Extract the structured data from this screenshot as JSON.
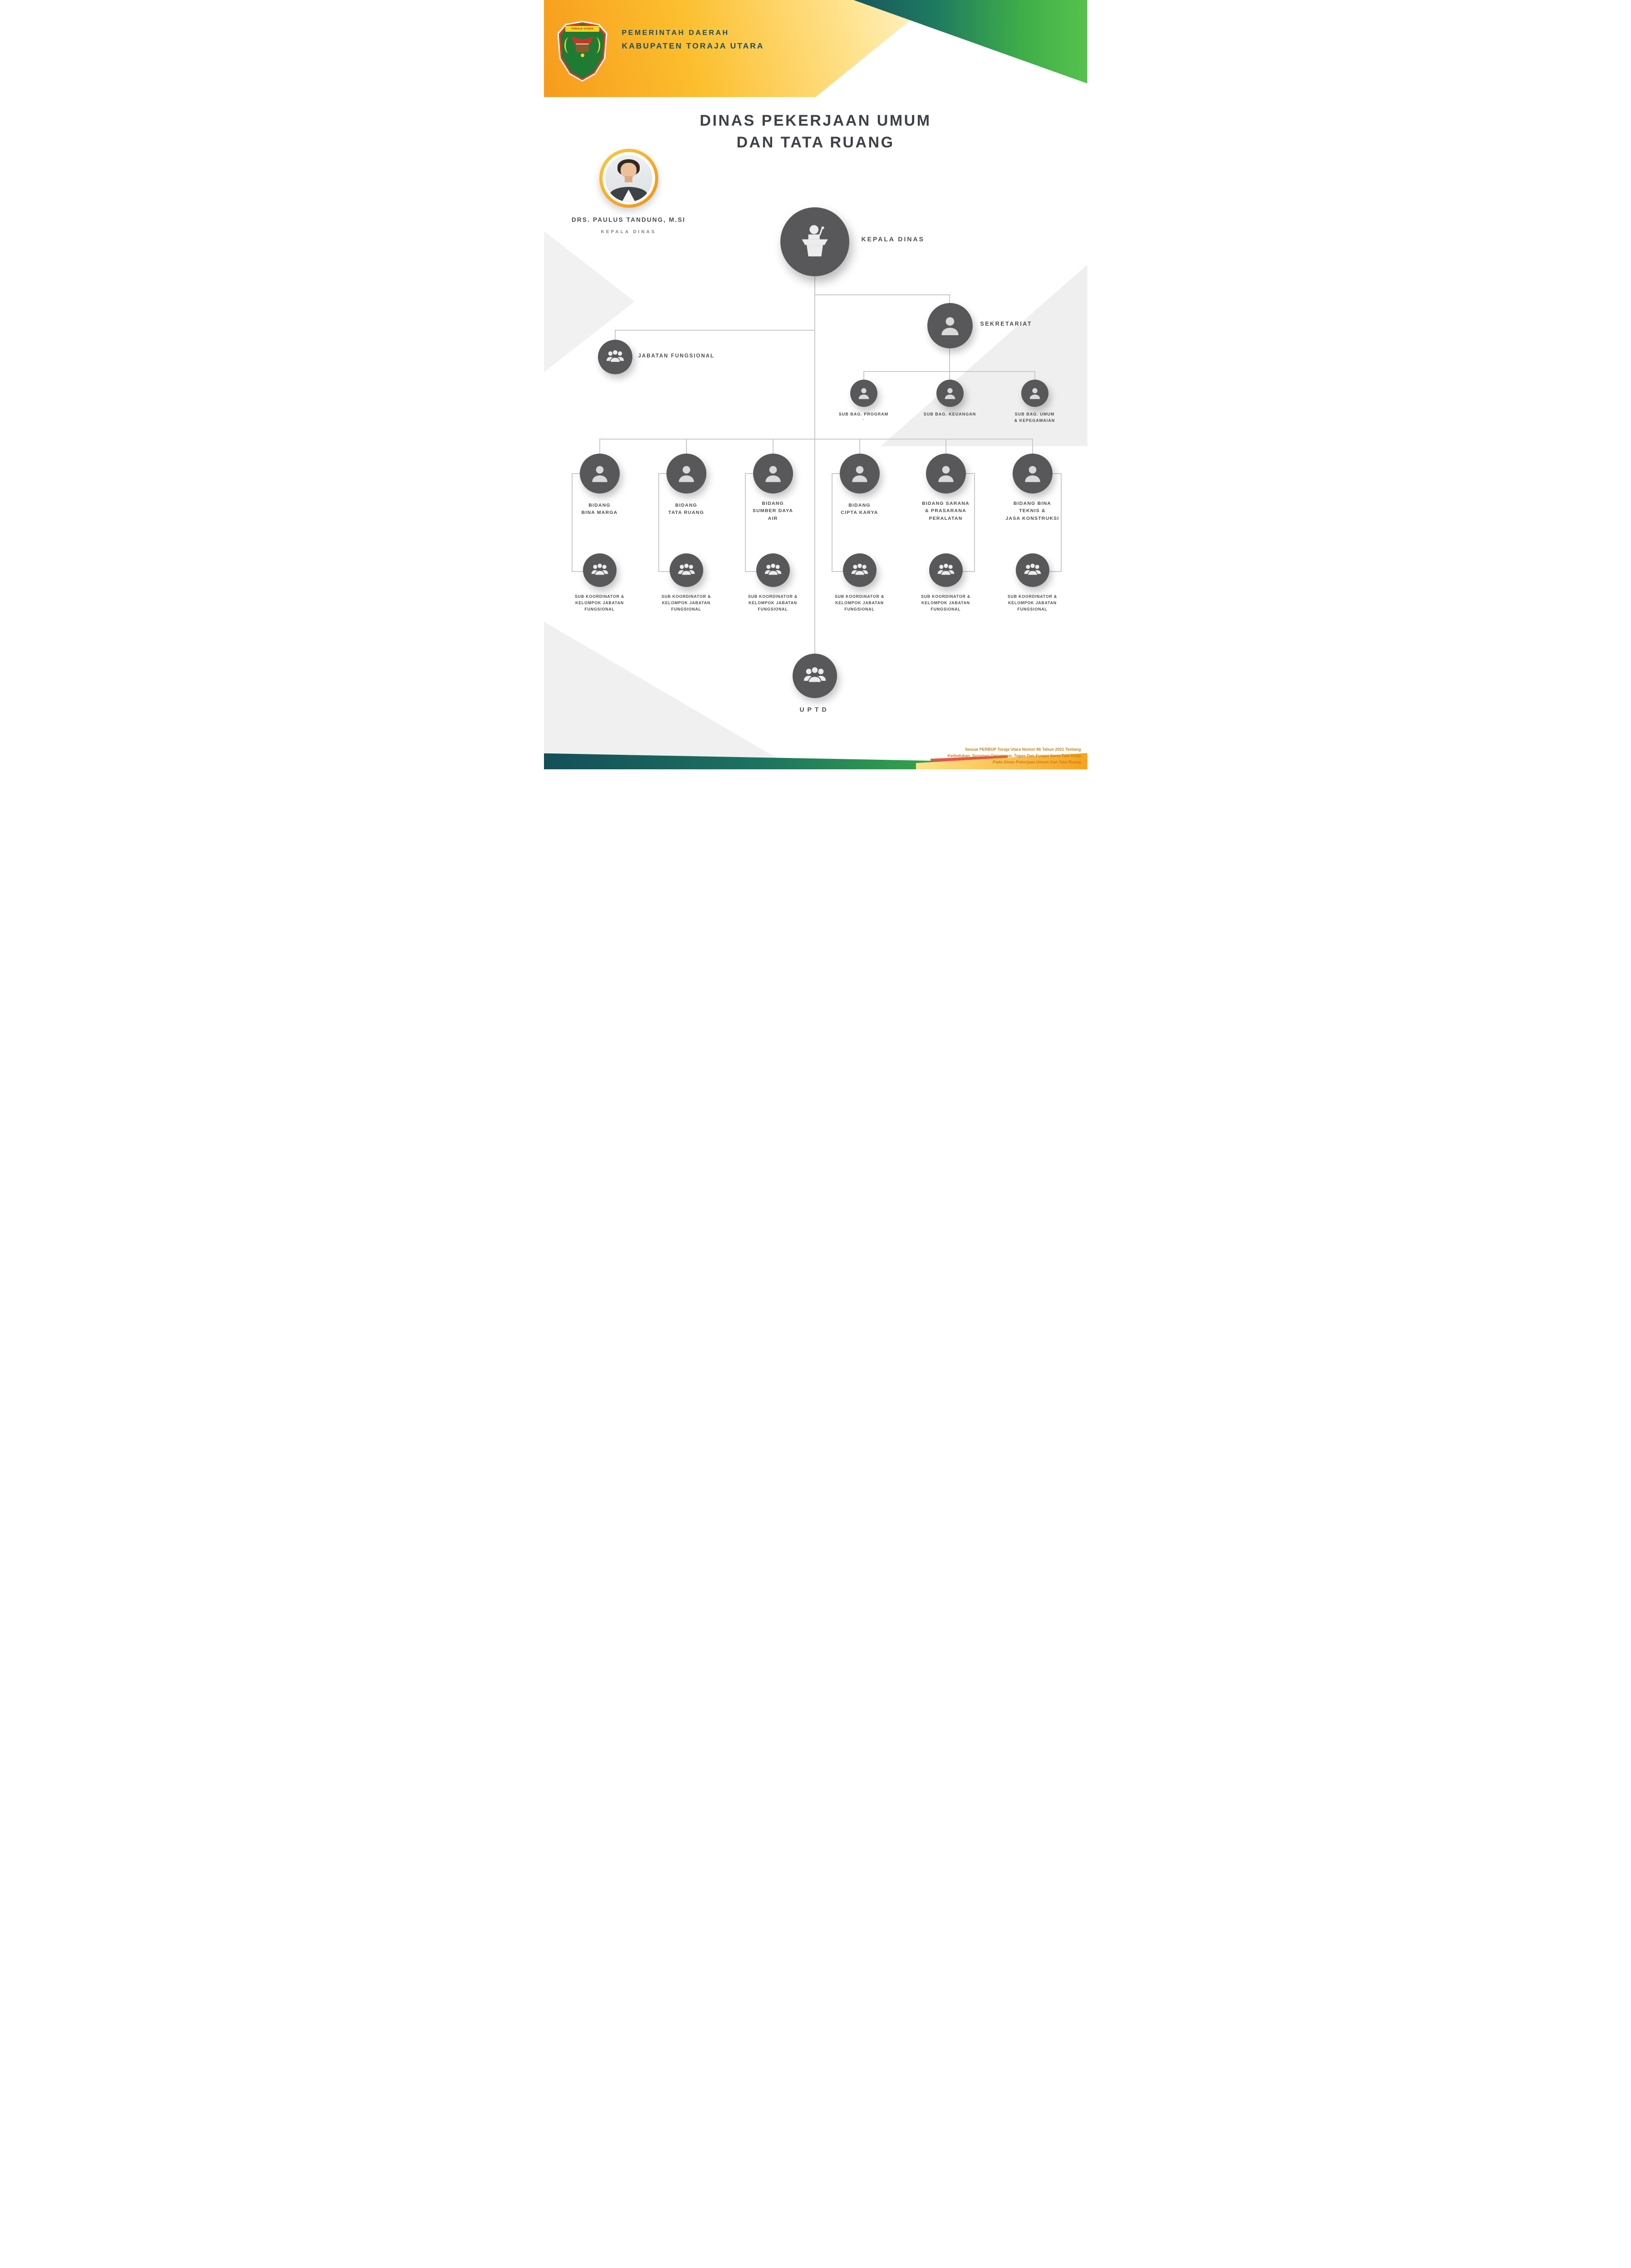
{
  "colors": {
    "teal": "#17525C",
    "green": "#3FAE49",
    "yellow": "#FDC93B",
    "orange": "#F7941E",
    "red": "#E8544D",
    "node_gray": "#58585A",
    "connector_gray": "#C9C9C9",
    "heading_teal": "#1B4F5E",
    "title_dark": "#3E4246",
    "footer_text": "#BF8226"
  },
  "header": {
    "line1": "PEMERINTAH DAERAH",
    "line2": "KABUPATEN TORAJA UTARA",
    "emblem_banner": "TORAJA UTARA"
  },
  "title": {
    "line1": "DINAS PEKERJAAN UMUM",
    "line2": "DAN TATA RUANG"
  },
  "official": {
    "name": "DRS. PAULUS TANDUNG, M.SI",
    "title": "KEPALA DINAS"
  },
  "org": {
    "kepala_dinas": {
      "label": "KEPALA DINAS",
      "icon": "podium-icon"
    },
    "sekretariat": {
      "label": "SEKRETARIAT",
      "icon": "person-icon"
    },
    "jabatan_fungsional": {
      "label": "JABATAN FUNGSIONAL",
      "icon": "people-group-icon"
    },
    "sub_bags": [
      {
        "label": "SUB BAG. PROGRAM"
      },
      {
        "label": "SUB BAG. KEUANGAN"
      },
      {
        "label": "SUB BAG. UMUM\n& KEPEGAWAIAN"
      }
    ],
    "stray_mark": "`",
    "bidangs": [
      {
        "label": "BIDANG\nBINA MARGA"
      },
      {
        "label": "BIDANG\nTATA RUANG"
      },
      {
        "label": "BIDANG\nSUMBER DAYA\nAIR"
      },
      {
        "label": "BIDANG\nCIPTA KARYA"
      },
      {
        "label": "BIDANG SARANA\n& PRASARANA\nPERALATAN"
      },
      {
        "label": "BIDANG BINA\nTEKNIS &\nJASA KONSTRUKSI"
      }
    ],
    "sub_koordinator_label": "SUB KOORDINATOR &\nKELOMPOK JABATAN\nFUNGSIONAL",
    "uptd": {
      "label": "UPTD",
      "icon": "people-group-icon"
    }
  },
  "footer": {
    "text": "Sesuai PERBUP Toraja Utara Nomor 86 Tahun 2021 Tentang\nKedudukan, Susunan Organisasi, Tugas Dan Fungsi Serta Tata Kerja\nPada Dinas Pekerjaan Umum Dan Tata Ruang"
  }
}
